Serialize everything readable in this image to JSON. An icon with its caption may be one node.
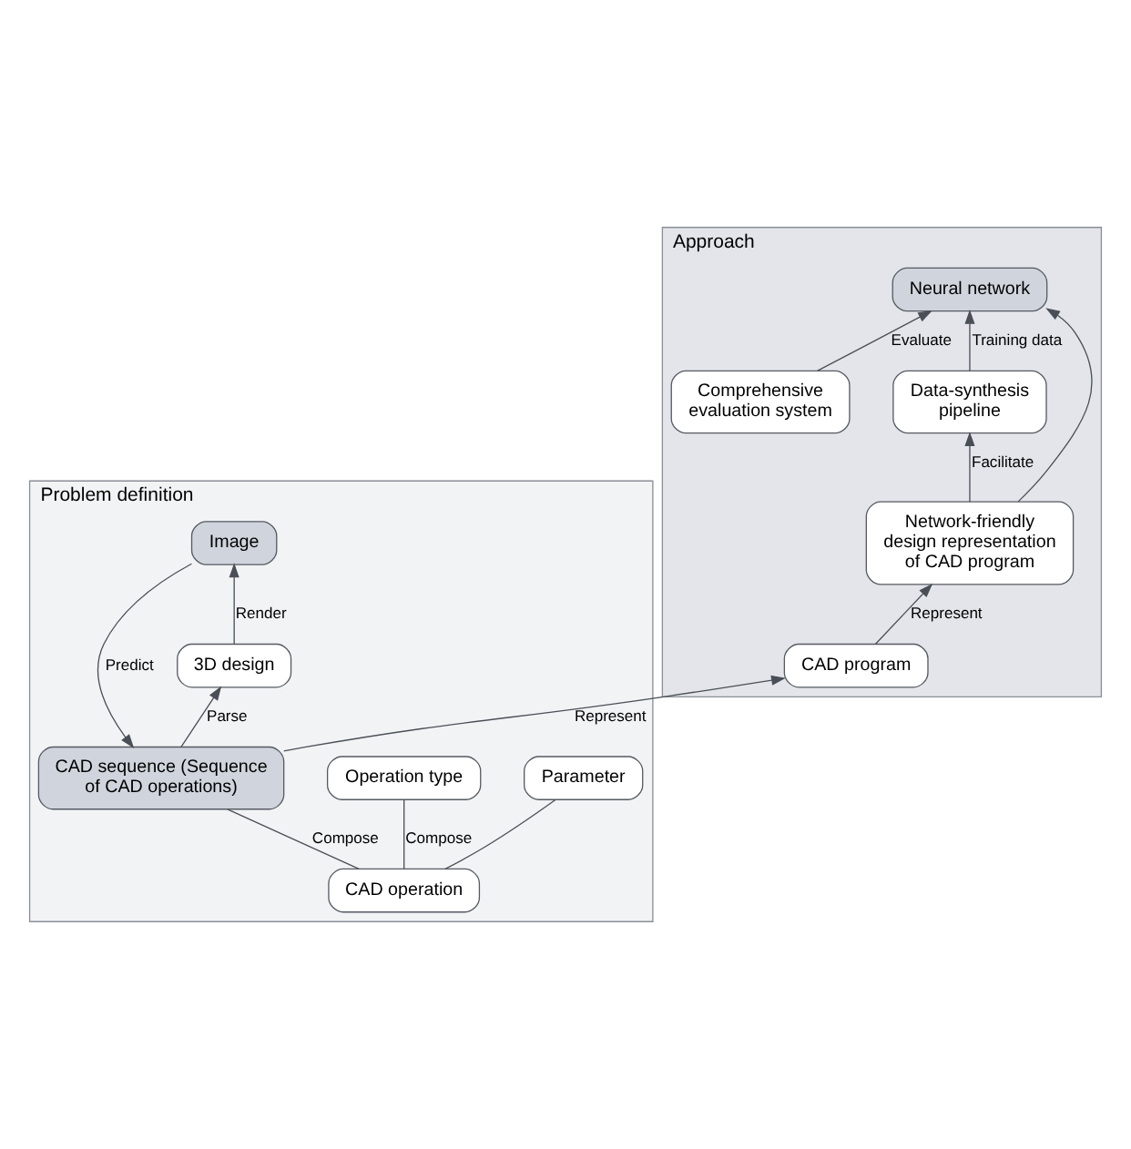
{
  "diagram": {
    "nodes": [
      {
        "text": [
          "Approach"
        ]
      },
      {
        "text": [
          "Network-friendly design representation of CAD program"
        ],
        "in": 0
      },
      {
        "text": [
          "Data-synthesis pipeline"
        ],
        "in": 0
      },
      {
        "text": [
          "Neural network"
        ],
        "in": 0
      },
      {
        "text": [
          "CAD program"
        ],
        "in": 0
      },
      {
        "text": [
          "Comprehensive evaluation system"
        ],
        "in": 0
      },
      {
        "text": [
          "Problem definition"
        ]
      },
      {
        "text": [
          "Image"
        ],
        "in": 6
      },
      {
        "text": [
          "CAD sequence (Sequence of CAD operations)"
        ],
        "in": 6
      },
      {
        "text": [
          "3D design"
        ],
        "in": 6
      },
      {
        "text": [
          "Operation type"
        ],
        "in": 6
      },
      {
        "text": [
          "CAD operation"
        ],
        "in": 6
      },
      {
        "text": [
          "Parameter"
        ],
        "in": 6
      }
    ],
    "edges": [
      {
        "from": 4,
        "to": 1,
        "arrow": "to",
        "label": "Represent"
      },
      {
        "from": 1,
        "to": 2,
        "arrow": "to",
        "label": "Facilitate"
      },
      {
        "from": 1,
        "to": 3,
        "arrow": "to"
      },
      {
        "from": 2,
        "to": 3,
        "arrow": "to",
        "label": "Training data"
      },
      {
        "from": 5,
        "to": 3,
        "arrow": "to",
        "label": "Evaluate"
      },
      {
        "from": 8,
        "to": 4,
        "arrow": "to",
        "label": "Represent"
      },
      {
        "from": 7,
        "to": 8,
        "arrow": "to",
        "label": "Predict"
      },
      {
        "from": 8,
        "to": 9,
        "arrow": "to",
        "label": "Parse"
      },
      {
        "from": 9,
        "to": 7,
        "arrow": "to",
        "label": "Render"
      },
      {
        "from": 11,
        "to": 8,
        "arrow": "none",
        "label": "Compose"
      },
      {
        "from": 11,
        "to": 10,
        "arrow": "none",
        "label": "Compose"
      },
      {
        "from": 11,
        "to": 12,
        "arrow": "none"
      }
    ]
  }
}
